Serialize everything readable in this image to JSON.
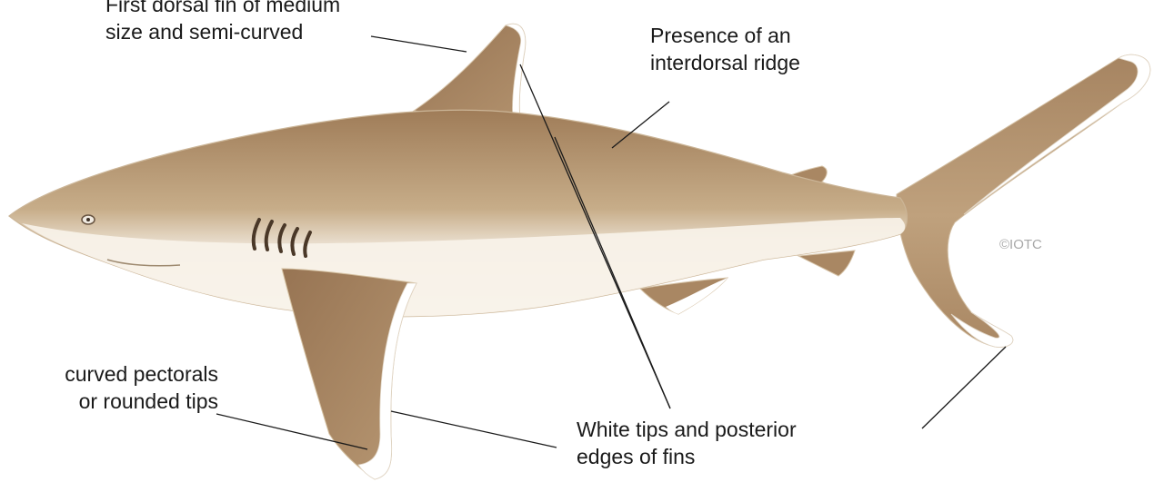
{
  "labels": {
    "dorsal_fin": {
      "line1": "First dorsal fin of medium",
      "line2": "size and semi-curved"
    },
    "interdorsal_ridge": {
      "line1": "Presence of an",
      "line2": "interdorsal ridge"
    },
    "pectorals": {
      "line1": "curved pectorals",
      "line2": "or rounded tips"
    },
    "white_tips": {
      "line1": "White tips and posterior",
      "line2": "edges of fins"
    }
  },
  "credit": "©IOTC",
  "colors": {
    "body_top": "#9f7c58",
    "body_mid": "#c8ae8b",
    "belly": "#f4ede2",
    "fin": "#a98763",
    "fin_edge": "#ffffff",
    "outline": "#cbb597",
    "leader_line": "#1a1a1a",
    "label_text": "#1a1a1a",
    "credit_text": "#a8a8a8"
  }
}
